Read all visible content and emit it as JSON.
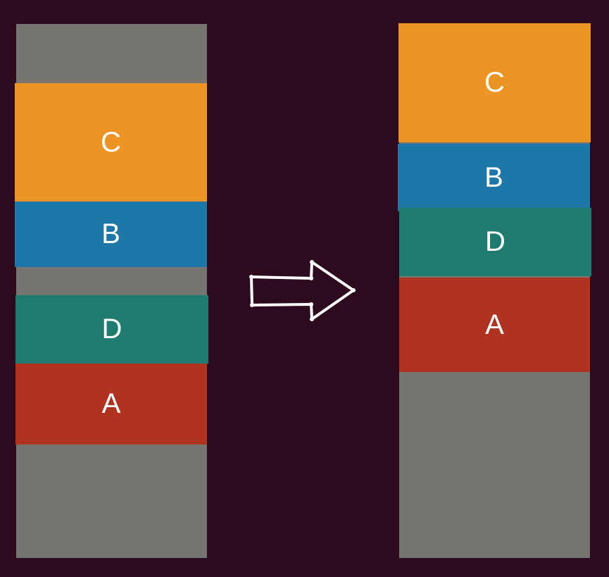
{
  "colors": {
    "background": "#2d0a1e",
    "empty": "#767571",
    "C": "#ec9524",
    "B": "#1d77a9",
    "D": "#1f7b6e",
    "A": "#b03322",
    "arrow": "#ffffff"
  },
  "before": {
    "blocks": [
      {
        "label": "C"
      },
      {
        "label": "B"
      },
      {
        "label": "D"
      },
      {
        "label": "A"
      }
    ]
  },
  "after": {
    "blocks": [
      {
        "label": "C"
      },
      {
        "label": "B"
      },
      {
        "label": "D"
      },
      {
        "label": "A"
      }
    ]
  },
  "arrow_icon": "right-arrow-icon"
}
